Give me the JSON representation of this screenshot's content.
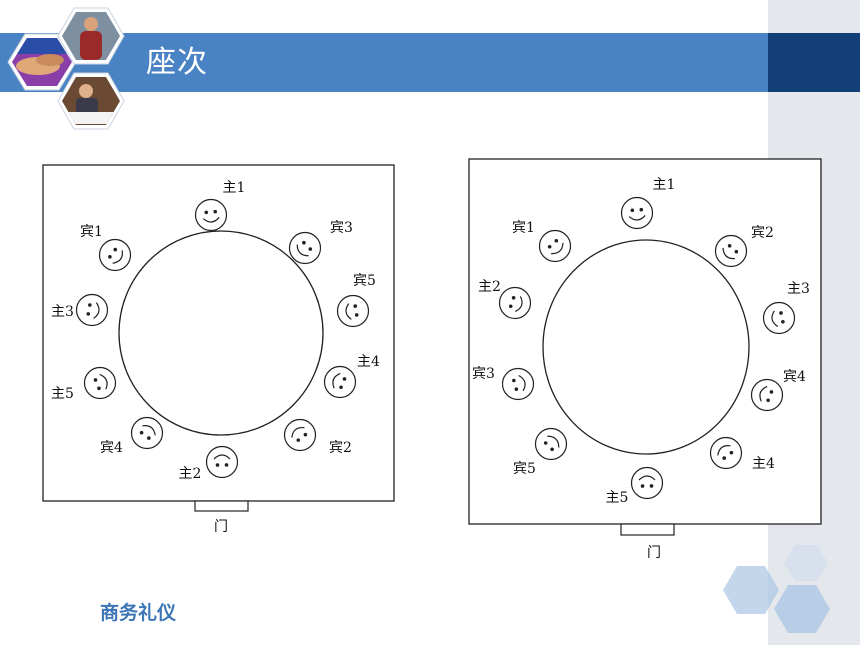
{
  "title": "座次",
  "footer": "商务礼仪",
  "diagrams": [
    {
      "door_label": "门",
      "seats": [
        "主1",
        "宾3",
        "宾5",
        "主4",
        "宾2",
        "主2",
        "宾4",
        "主5",
        "主3",
        "宾1"
      ]
    },
    {
      "door_label": "门",
      "seats": [
        "主1",
        "宾2",
        "主3",
        "宾4",
        "主4",
        "主5",
        "宾5",
        "宾3",
        "主2",
        "宾1"
      ]
    }
  ],
  "colors": {
    "banner": "#4a83c4",
    "banner_dark": "#123f77",
    "side_panel": "#e4e7ec",
    "footer_text": "#3d76b6",
    "hexagon": "#a9c4e4"
  }
}
